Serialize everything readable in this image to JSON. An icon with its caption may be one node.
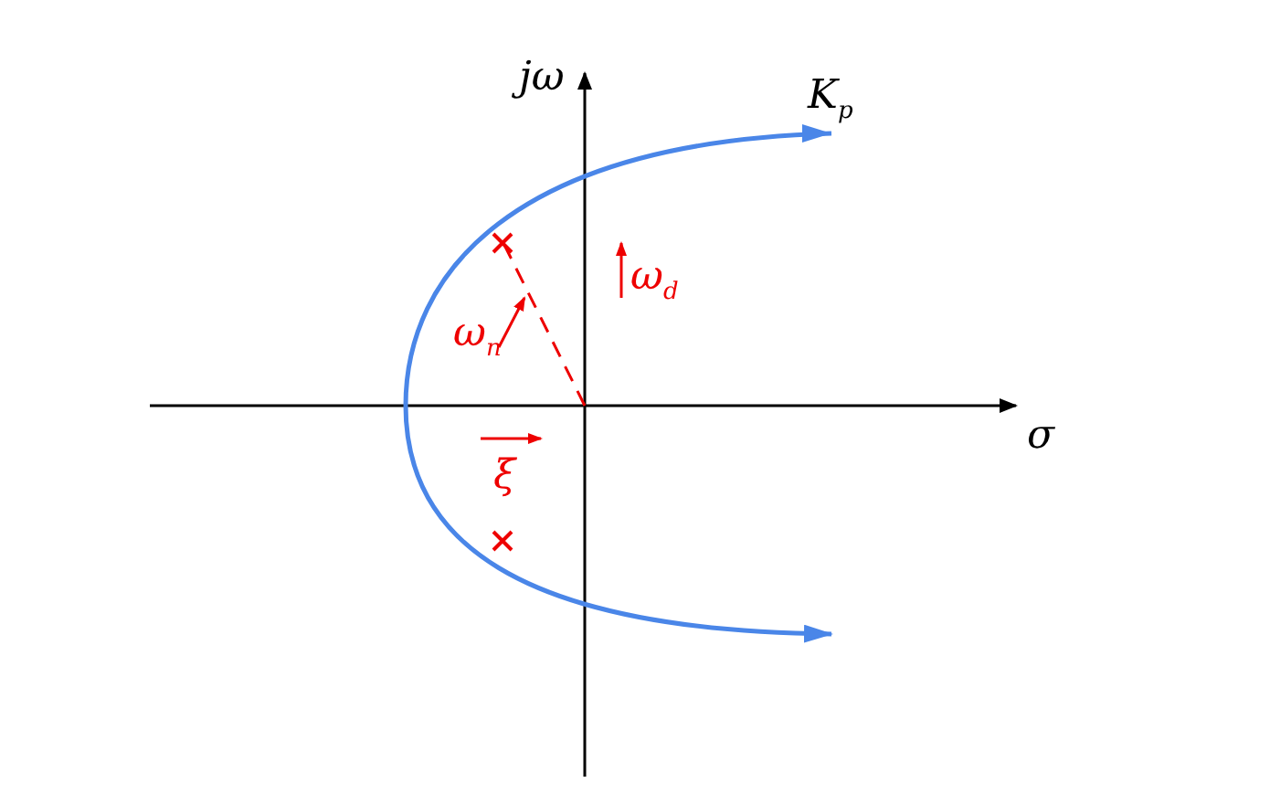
{
  "diagram": {
    "labels": [
      "jω",
      "σ",
      "K$_{p}$",
      "ω$_{n}$",
      "ω$_{d}$",
      "ξ"
    ]
  }
}
